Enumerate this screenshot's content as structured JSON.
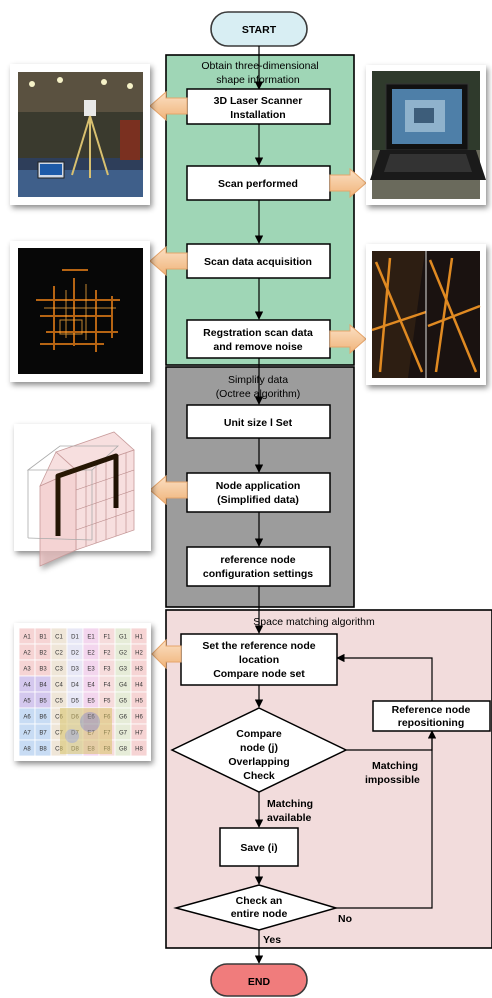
{
  "flow": {
    "start": "START",
    "end": "END",
    "sections": {
      "obtain_title_1": "Obtain three-dimensional",
      "obtain_title_2": "shape information",
      "simplify_title_1": "Simplify data",
      "simplify_title_2": "(Octree algorithm)",
      "matching_title": "Space matching algorithm"
    },
    "steps": {
      "laser_install_1": "3D Laser Scanner",
      "laser_install_2": "Installation",
      "scan_performed": "Scan performed",
      "scan_acquisition": "Scan data acquisition",
      "registration_1": "Regstration scan data",
      "registration_2": "and remove noise",
      "unit_size": "Unit size l Set",
      "node_app_1": "Node application",
      "node_app_2": "(Simplified data)",
      "ref_config_1": "reference node",
      "ref_config_2": "configuration settings",
      "set_ref_1": "Set the reference node",
      "set_ref_2": "location",
      "set_ref_3": "Compare node set",
      "ref_repos_1": "Reference node",
      "ref_repos_2": "repositioning",
      "save": "Save (i)"
    },
    "decisions": {
      "compare_1": "Compare",
      "compare_2": "node (j)",
      "compare_3": "Overlapping",
      "compare_4": "Check",
      "check_1": "Check an",
      "check_2": "entire node"
    },
    "edge_labels": {
      "matching_available_1": "Matching",
      "matching_available_2": "available",
      "matching_impossible_1": "Matching",
      "matching_impossible_2": "impossible",
      "no": "No",
      "yes": "Yes"
    },
    "grid": {
      "columns": [
        "A",
        "B",
        "C",
        "D",
        "E",
        "F",
        "G",
        "H"
      ],
      "rows": [
        "1",
        "2",
        "3",
        "4",
        "5",
        "6",
        "7",
        "8"
      ]
    }
  },
  "colors": {
    "terminal_start": "#d8eef3",
    "terminal_end": "#f07c7c",
    "section_green": "#9fd6b6",
    "section_gray": "#9c9c9c",
    "section_pink": "#f2dcdc",
    "arrow_orange": "#f5c89b"
  }
}
